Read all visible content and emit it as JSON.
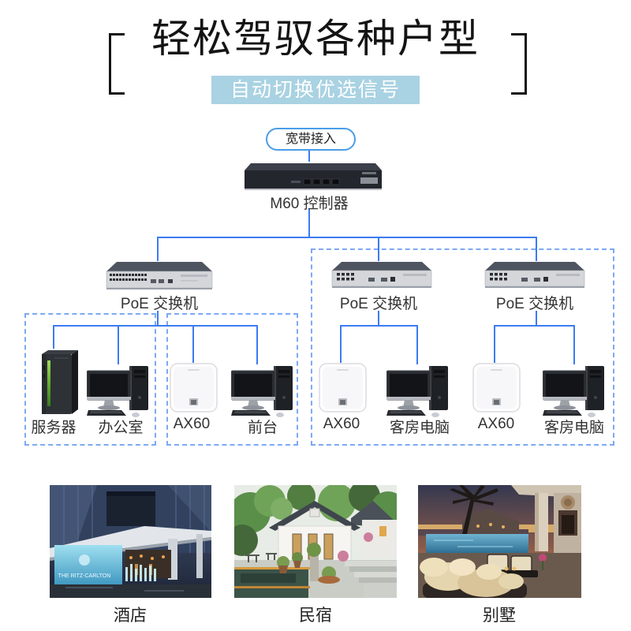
{
  "header": {
    "title": "轻松驾驭各种户型",
    "subtitle": "自动切换优选信号"
  },
  "topology": {
    "wan_label": "宽带接入",
    "controller_label": "M60 控制器",
    "switches": [
      {
        "label": "PoE 交换机"
      },
      {
        "label": "PoE 交换机"
      },
      {
        "label": "PoE 交换机"
      }
    ],
    "endpoints": [
      {
        "type": "server",
        "label": "服务器"
      },
      {
        "type": "desktop",
        "label": "办公室"
      },
      {
        "type": "access-point",
        "label": "AX60"
      },
      {
        "type": "desktop",
        "label": "前台"
      },
      {
        "type": "access-point",
        "label": "AX60"
      },
      {
        "type": "desktop",
        "label": "客房电脑"
      },
      {
        "type": "access-point",
        "label": "AX60"
      },
      {
        "type": "desktop",
        "label": "客房电脑"
      }
    ]
  },
  "scenes": [
    {
      "label": "酒店",
      "sign_text": "THE RITZ-CARLTON"
    },
    {
      "label": "民宿"
    },
    {
      "label": "别墅"
    }
  ],
  "colors": {
    "connector_line": "#3b7cf2",
    "dashed_box": "#7da9f2",
    "badge_background": "#a9d2e2",
    "pill_border": "#4a9de8",
    "title_text": "#141414",
    "label_text": "#333333"
  }
}
